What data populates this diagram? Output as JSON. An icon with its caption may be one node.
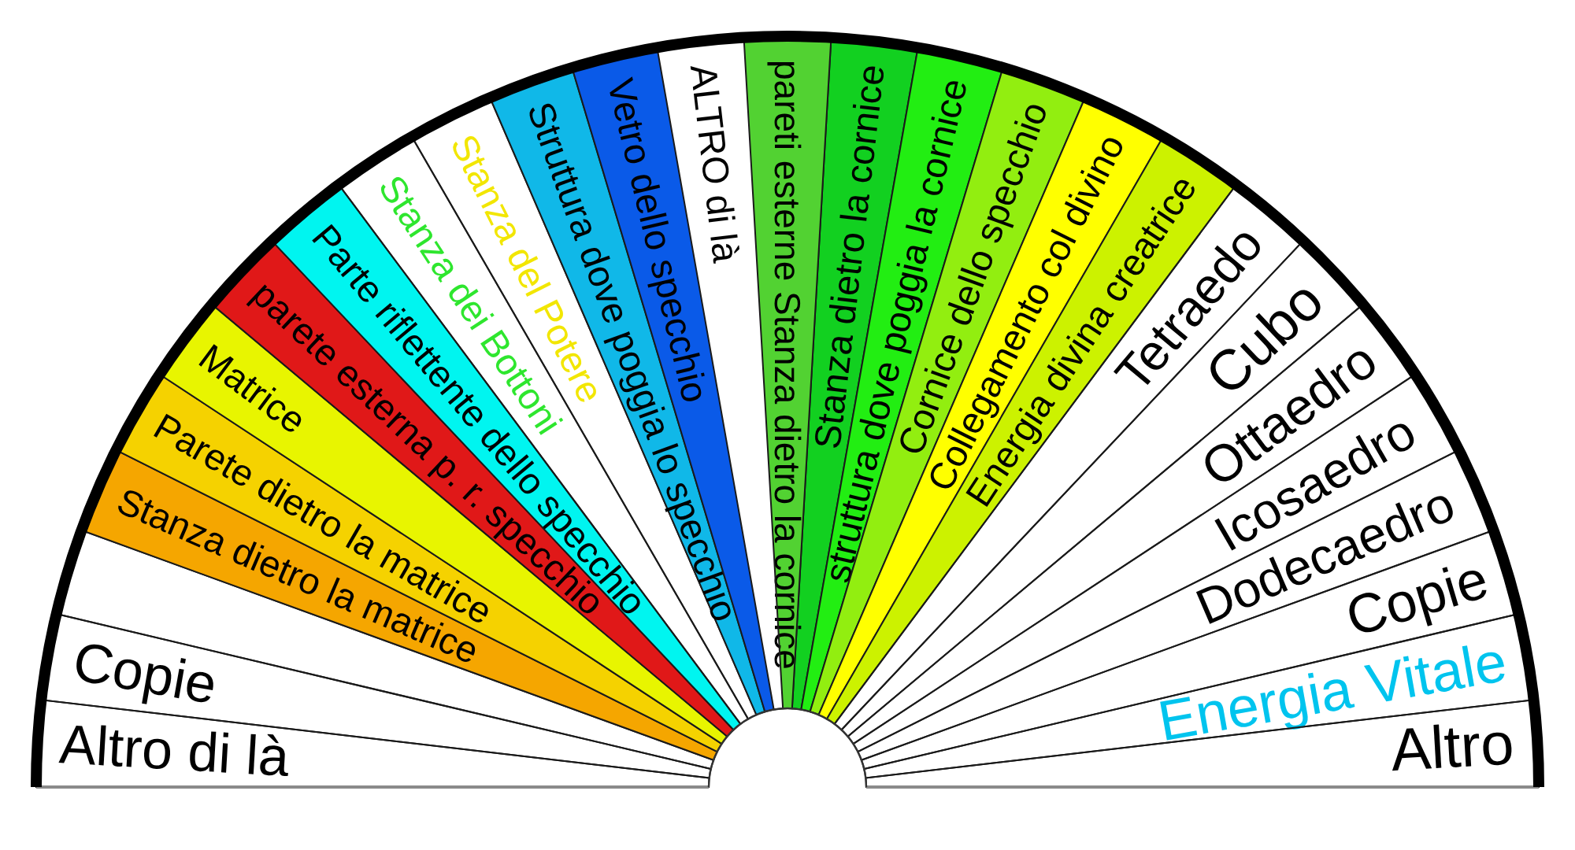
{
  "diagram": {
    "nodes": [
      {
        "text": [
          "Altro di là"
        ]
      },
      {
        "text": [
          "Copie"
        ]
      },
      {
        "text": [],
        "shape": "sector"
      },
      {
        "text": [
          "Stanza dietro la matrice"
        ]
      },
      {
        "text": [
          "Parete dietro la matrice"
        ]
      },
      {
        "text": [
          "Matrice"
        ]
      },
      {
        "text": [
          "parete esterna p. r. specchio"
        ]
      },
      {
        "text": [
          "Parte riflettente dello specchio"
        ]
      },
      {
        "text": [
          "Stanza dei Bottoni"
        ]
      },
      {
        "text": [
          "Stanza del Potere"
        ]
      },
      {
        "text": [
          "Struttura dove poggia lo specchio"
        ]
      },
      {
        "text": [
          "Vetro dello specchio"
        ]
      },
      {
        "text": [
          "ALTRO di là"
        ]
      },
      {
        "text": [
          "pareti esterne Stanza dietro la cornice"
        ]
      },
      {
        "text": [
          "Stanza dietro la cornice"
        ]
      },
      {
        "text": [
          "struttura dove poggia la cornice"
        ]
      },
      {
        "text": [
          "Cornice dello specchio"
        ]
      },
      {
        "text": [
          "Collegamento col divino"
        ]
      },
      {
        "text": [
          "Energia divina creatrice"
        ]
      },
      {
        "text": [
          "Tetraedo"
        ]
      },
      {
        "text": [
          "Cubo"
        ]
      },
      {
        "text": [
          "Ottaedro"
        ]
      },
      {
        "text": [
          "Icosaedro"
        ]
      },
      {
        "text": [
          "Dodecaedro"
        ]
      },
      {
        "text": [
          "Copie"
        ]
      },
      {
        "text": [
          "Energia Vitale"
        ]
      },
      {
        "text": [
          "Altro"
        ]
      }
    ]
  }
}
